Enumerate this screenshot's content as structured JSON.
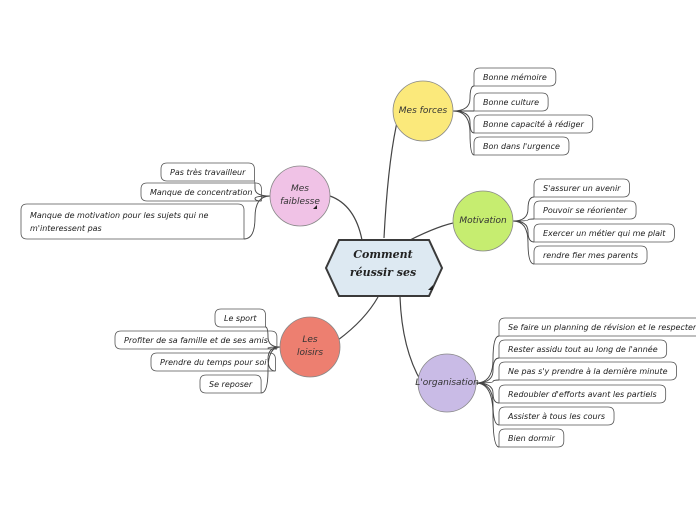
{
  "central": {
    "title_line1": "Comment",
    "title_line2": "réussir ses"
  },
  "colors": {
    "forces": "#fbe97b",
    "motivation": "#c6ed70",
    "organisation": "#c9bbe6",
    "loisirs": "#ed7f70",
    "faiblesse": "#f0c2e6",
    "central_fill": "#dde9f2",
    "line": "#444444"
  },
  "topics": [
    {
      "id": "forces",
      "label": "Mes forces",
      "items": [
        "Bonne mémoire",
        "Bonne culture",
        "Bonne capacité à rédiger",
        "Bon dans l'urgence"
      ]
    },
    {
      "id": "motivation",
      "label": "Motivation",
      "items": [
        "S'assurer un avenir",
        "Pouvoir se réorienter",
        "Exercer un métier qui me plait",
        "rendre fier mes parents"
      ]
    },
    {
      "id": "organisation",
      "label": "L'organisation",
      "items": [
        "Se faire un planning de révision et le respecter",
        "Rester assidu tout au long de l'année",
        "Ne pas s'y prendre à la dernière minute",
        "Redoubler d'efforts avant les partiels",
        "Assister à tous les cours",
        "Bien dormir"
      ]
    },
    {
      "id": "loisirs",
      "label": "Les loisirs",
      "items": [
        "Le sport",
        "Profiter de sa famille et de ses amis",
        "Prendre du temps pour soi",
        "Se reposer"
      ]
    },
    {
      "id": "faiblesse",
      "label": "Mes faiblesse",
      "items": [
        "Pas très travailleur",
        "Manque de concentration",
        "Manque de motivation pour les sujets qui ne m'interessent pas"
      ]
    }
  ]
}
